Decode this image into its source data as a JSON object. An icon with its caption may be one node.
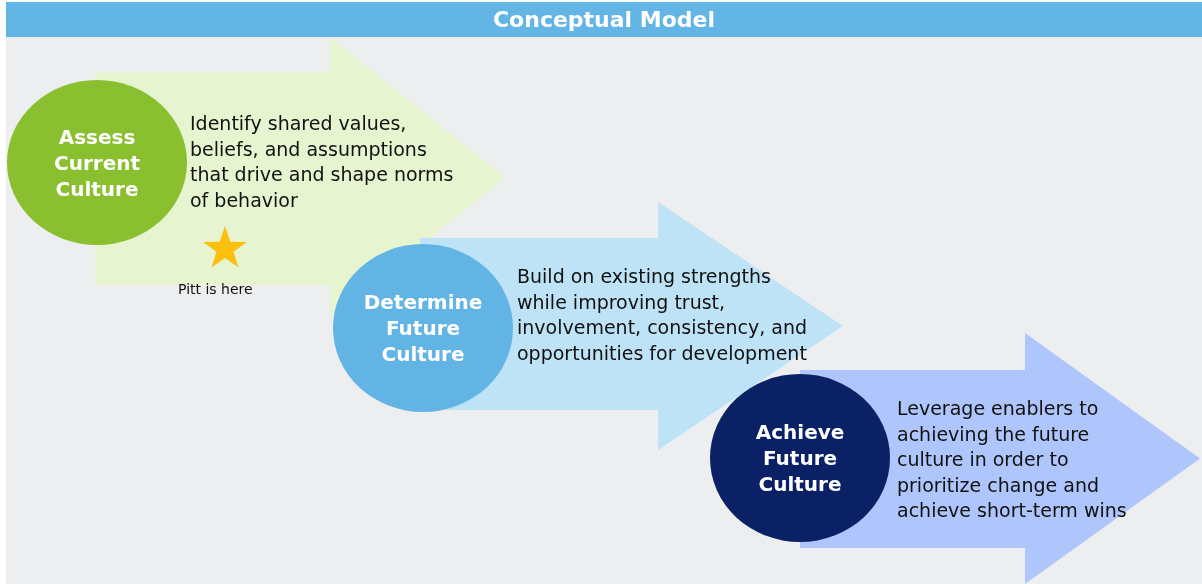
{
  "diagram": {
    "title": "Conceptual Model",
    "nodes": [
      {
        "text": [
          "Assess Current Culture"
        ]
      },
      {
        "text": [
          "Identify shared values, beliefs, and assumptions that drive and shape norms of behavior"
        ]
      },
      {
        "text": [
          "Determine Future Culture"
        ]
      },
      {
        "text": [
          "Build on existing strengths while improving trust, involvement, consistency, and opportunities for development"
        ]
      },
      {
        "text": [
          "Achieve Future Culture"
        ]
      },
      {
        "text": [
          "Leverage enablers to achieving the future culture in order to prioritize change and achieve short-term wins"
        ]
      }
    ],
    "labels": [
      "Pitt is here"
    ]
  }
}
